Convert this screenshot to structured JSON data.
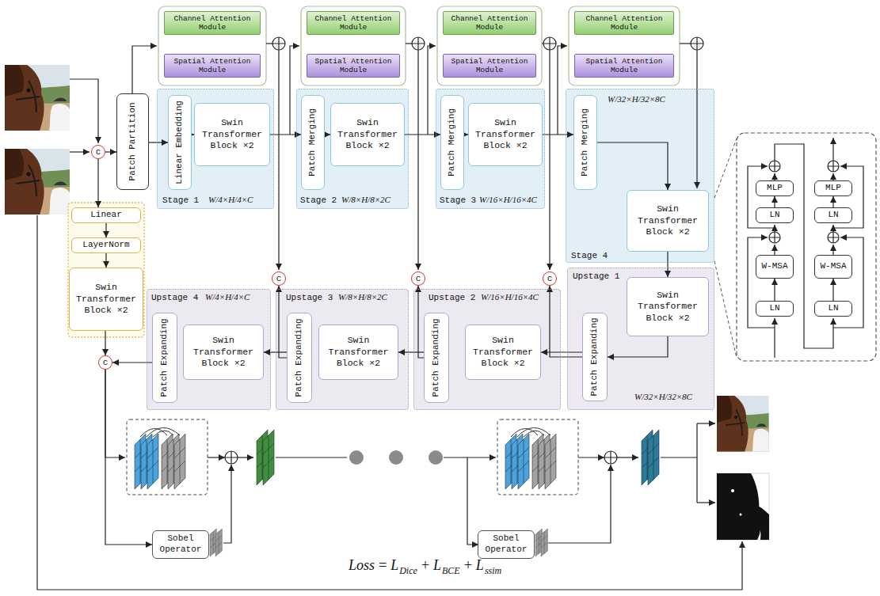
{
  "diagram": {
    "nodes": [
      {
        "text": [
          "Channel Attention Module"
        ]
      },
      {
        "text": [
          "Spatial Attention Module"
        ]
      },
      {
        "text": [
          "Channel Attention Module"
        ]
      },
      {
        "text": [
          "Spatial Attention Module"
        ]
      },
      {
        "text": [
          "Channel Attention Module"
        ]
      },
      {
        "text": [
          "Spatial Attention Module"
        ]
      },
      {
        "text": [
          "Channel Attention Module"
        ]
      },
      {
        "text": [
          "Spatial Attention Module"
        ]
      },
      {
        "text": [
          "c"
        ]
      },
      {
        "text": [
          "Patch Partition"
        ]
      },
      {
        "text": [
          "Stage 1",
          "W/4×H/4×C"
        ]
      },
      {
        "text": [
          "Linear Embedding"
        ],
        "in": 10
      },
      {
        "text": [
          "Swin Transformer Block ×2"
        ],
        "in": 10
      },
      {
        "text": [
          "Stage 2",
          "W/8×H/8×2C"
        ]
      },
      {
        "text": [
          "Patch Merging"
        ],
        "in": 13
      },
      {
        "text": [
          "Swin Transformer Block ×2"
        ],
        "in": 13
      },
      {
        "text": [
          "Stage 3",
          "W/16×H/16×4C"
        ]
      },
      {
        "text": [
          "Patch Merging"
        ],
        "in": 16
      },
      {
        "text": [
          "Swin Transformer Block ×2"
        ],
        "in": 16
      },
      {
        "text": [
          "W/32×H/32×8C",
          "Stage 4"
        ]
      },
      {
        "text": [
          "Patch Merging"
        ],
        "in": 19
      },
      {
        "text": [
          "Swin Transformer Block ×2"
        ],
        "in": 19
      },
      {
        "text": [
          "Linear"
        ]
      },
      {
        "text": [
          "LayerNorm"
        ]
      },
      {
        "text": [
          "Swin Transformer Block ×2"
        ]
      },
      {
        "text": [
          "c"
        ]
      },
      {
        "text": [
          "c"
        ]
      },
      {
        "text": [
          "c"
        ]
      },
      {
        "text": [
          "Upstage 1",
          "W/32×H/32×8C"
        ]
      },
      {
        "text": [
          "Swin Transformer Block ×2"
        ],
        "in": 28
      },
      {
        "text": [
          "Patch Expanding"
        ],
        "in": 28
      },
      {
        "text": [
          "Upstage 2",
          "W/16×H/16×4C"
        ]
      },
      {
        "text": [
          "Patch Expanding"
        ],
        "in": 31
      },
      {
        "text": [
          "Swin Transformer Block ×2"
        ],
        "in": 31
      },
      {
        "text": [
          "Upstage 3",
          "W/8×H/8×2C"
        ]
      },
      {
        "text": [
          "Patch Expanding"
        ],
        "in": 34
      },
      {
        "text": [
          "Swin Transformer Block ×2"
        ],
        "in": 34
      },
      {
        "text": [
          "Upstage 4",
          "W/4×H/4×C"
        ]
      },
      {
        "text": [
          "Patch Expanding"
        ],
        "in": 37
      },
      {
        "text": [
          "Swin Transformer Block ×2"
        ],
        "in": 37
      },
      {
        "text": [
          "c"
        ]
      },
      {
        "text": [
          "Sobel Operator"
        ]
      },
      {
        "text": [
          "Sobel Operator"
        ]
      },
      {
        "text": [
          "MLP"
        ]
      },
      {
        "text": [
          "LN"
        ]
      },
      {
        "text": [
          "W-MSA"
        ]
      },
      {
        "text": [
          "LN"
        ]
      },
      {
        "text": [
          "MLP"
        ]
      },
      {
        "text": [
          "LN"
        ]
      },
      {
        "text": [
          "W-MSA"
        ]
      },
      {
        "text": [
          "LN"
        ]
      }
    ],
    "edges": [
      {
        "from": 8,
        "to": 9,
        "arrow": "to"
      },
      {
        "from": 8,
        "to": 22,
        "arrow": "to"
      },
      {
        "from": 9,
        "to": 11,
        "arrow": "to"
      },
      {
        "from": 11,
        "to": 12,
        "arrow": "to"
      },
      {
        "from": 12,
        "to": 14,
        "arrow": "to"
      },
      {
        "from": 14,
        "to": 15,
        "arrow": "to"
      },
      {
        "from": 15,
        "to": 17,
        "arrow": "to"
      },
      {
        "from": 17,
        "to": 18,
        "arrow": "to"
      },
      {
        "from": 18,
        "to": 20,
        "arrow": "to"
      },
      {
        "from": 20,
        "to": 21,
        "arrow": "to"
      },
      {
        "from": 21,
        "to": 29,
        "arrow": "to"
      },
      {
        "from": 29,
        "to": 30,
        "arrow": "to"
      },
      {
        "from": 30,
        "to": 33,
        "arrow": "to"
      },
      {
        "from": 30,
        "to": 27,
        "arrow": "to"
      },
      {
        "from": 32,
        "to": 36,
        "arrow": "to"
      },
      {
        "from": 32,
        "to": 26,
        "arrow": "to"
      },
      {
        "from": 35,
        "to": 39,
        "arrow": "to"
      },
      {
        "from": 35,
        "to": 25,
        "arrow": "to"
      },
      {
        "from": 38,
        "to": 40,
        "arrow": "to"
      },
      {
        "from": 22,
        "to": 23,
        "arrow": "to"
      },
      {
        "from": 23,
        "to": 24,
        "arrow": "to"
      },
      {
        "from": 24,
        "to": 40,
        "arrow": "to"
      },
      {
        "from": 40,
        "to": 41,
        "arrow": "to"
      },
      {
        "from": 46,
        "to": 45,
        "arrow": "to"
      },
      {
        "from": 44,
        "to": 43,
        "arrow": "to"
      },
      {
        "from": 50,
        "to": 49,
        "arrow": "to"
      },
      {
        "from": 48,
        "to": 47,
        "arrow": "to"
      }
    ],
    "labels": [
      "Loss",
      "=",
      "L",
      "Dice",
      "+",
      "L",
      "BCE",
      "+",
      "L",
      "ssim"
    ]
  }
}
